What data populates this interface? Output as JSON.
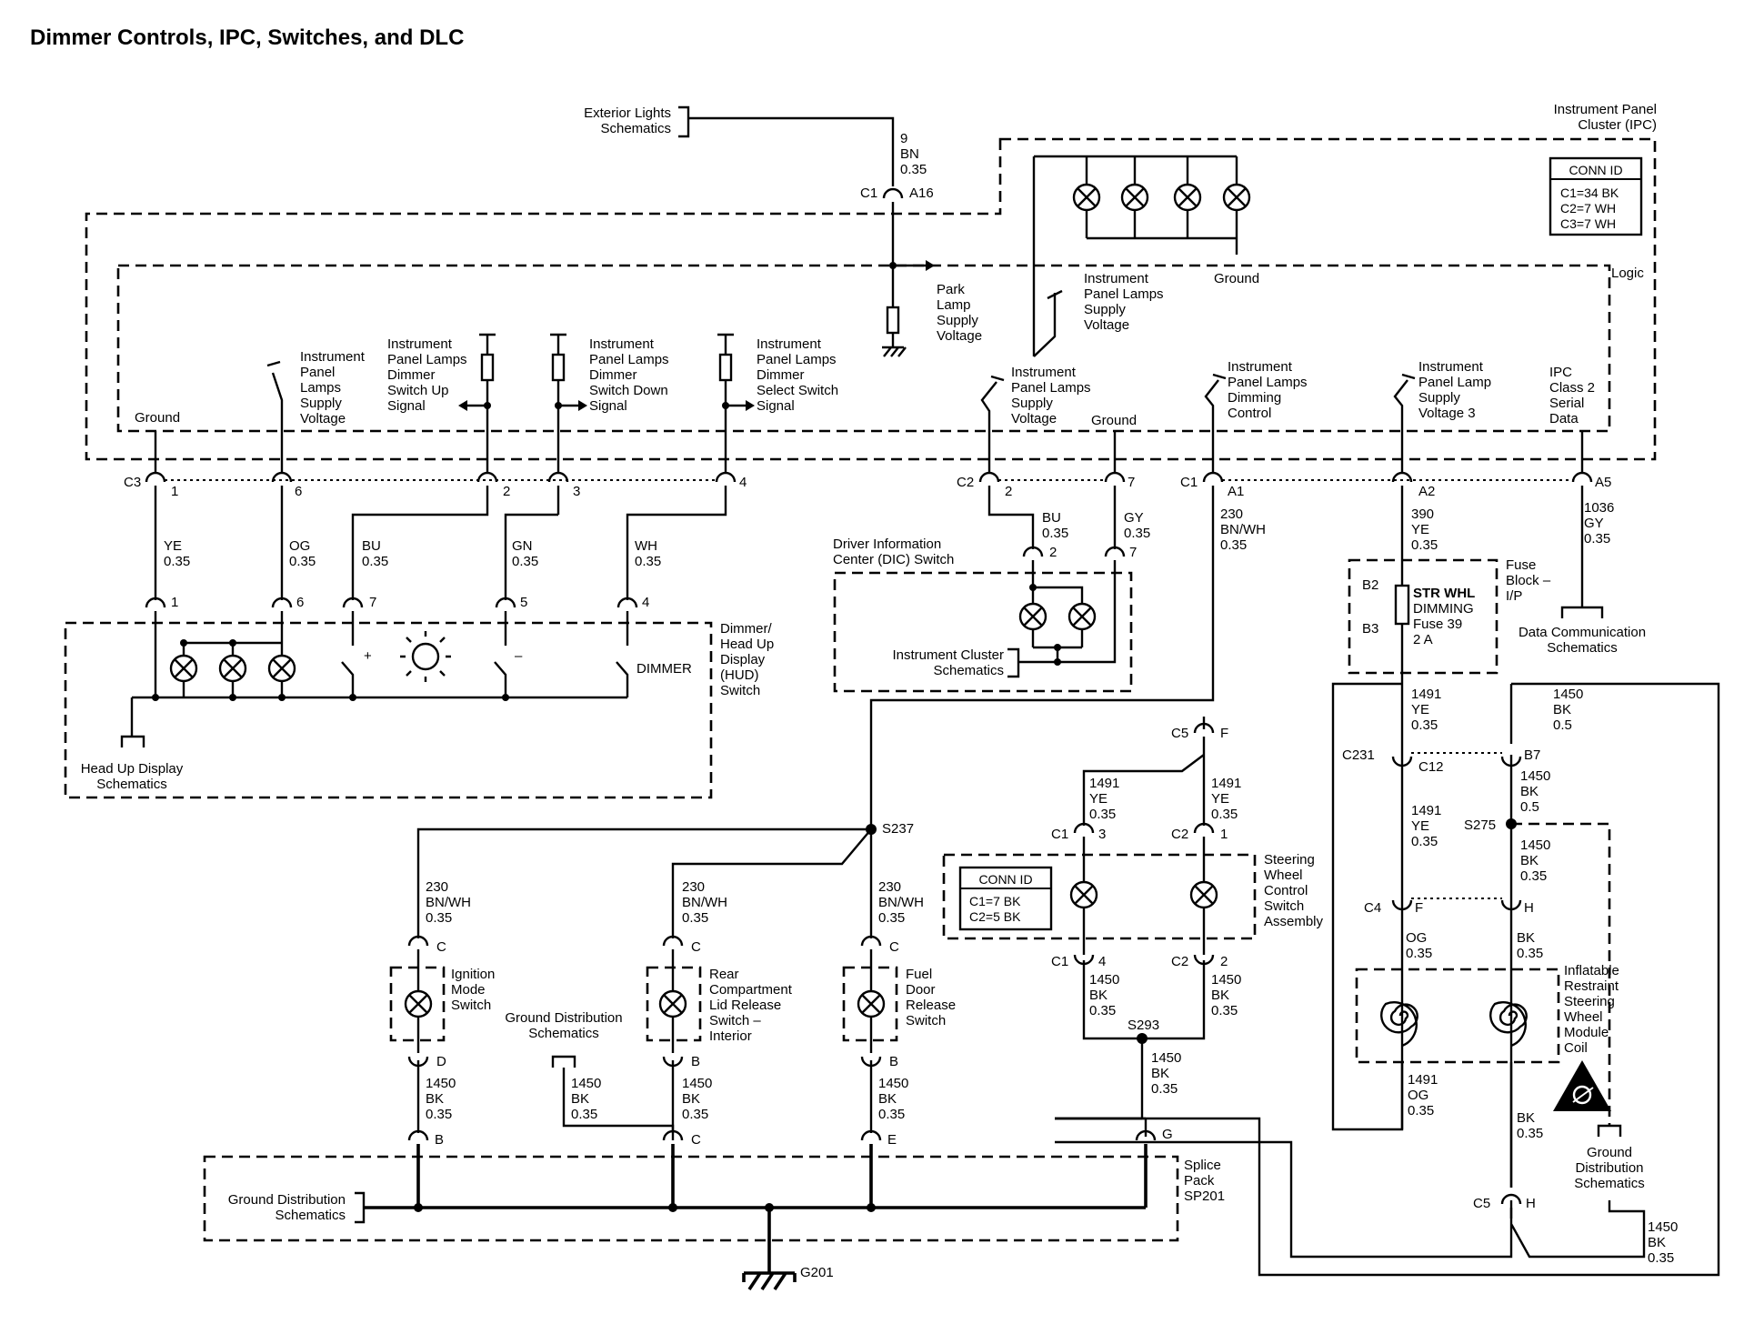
{
  "title": "Dimmer Controls, IPC, Switches, and DLC",
  "labels": {
    "ext_lights": [
      "Exterior Lights",
      "Schematics"
    ],
    "ipc_title": [
      "Instrument Panel",
      "Cluster (IPC)"
    ],
    "conn_ipc_head": "CONN ID",
    "conn_ipc_rows": [
      "C1=34 BK",
      "C2=7 WH",
      "C3=7 WH"
    ],
    "logic": "Logic",
    "ground_ipc": "Ground",
    "ipl_supply_top": [
      "Instrument",
      "Panel Lamps",
      "Supply",
      "Voltage"
    ],
    "park_lamp": [
      "Park",
      "Lamp",
      "Supply",
      "Voltage"
    ],
    "sig_ground": "Ground",
    "sig_ipl_supply": [
      "Instrument",
      "Panel",
      "Lamps",
      "Supply",
      "Voltage"
    ],
    "sig_up": [
      "Instrument",
      "Panel Lamps",
      "Dimmer",
      "Switch Up",
      "Signal"
    ],
    "sig_down": [
      "Instrument",
      "Panel Lamps",
      "Dimmer",
      "Switch Down",
      "Signal"
    ],
    "sig_select": [
      "Instrument",
      "Panel Lamps",
      "Dimmer",
      "Select Switch",
      "Signal"
    ],
    "sig_ipl_supply2": [
      "Instrument",
      "Panel Lamps",
      "Supply",
      "Voltage"
    ],
    "sig_ground2": "Ground",
    "sig_dimming": [
      "Instrument",
      "Panel Lamps",
      "Dimming",
      "Control"
    ],
    "sig_supply3": [
      "Instrument",
      "Panel Lamp",
      "Supply",
      "Voltage 3"
    ],
    "sig_serial": [
      "IPC",
      "Class 2",
      "Serial",
      "Data"
    ],
    "c3": "C3",
    "c3_pin1": "1",
    "c3_pin6": "6",
    "c3_pin2": "2",
    "c3_pin3": "3",
    "c3_pin4": "4",
    "c2": "C2",
    "c2_pin2": "2",
    "c2_pin7": "7",
    "c1": "C1",
    "c1_a1": "A1",
    "c1_a2": "A2",
    "c1_a5": "A5",
    "c1_top": "C1",
    "a16": "A16",
    "w_9": [
      "9",
      "BN",
      "0.35"
    ],
    "w_ye": [
      "YE",
      "0.35"
    ],
    "w_og": [
      "OG",
      "0.35"
    ],
    "w_bu": [
      "BU",
      "0.35"
    ],
    "w_gn": [
      "GN",
      "0.35"
    ],
    "w_wh": [
      "WH",
      "0.35"
    ],
    "w_bu2": [
      "BU",
      "0.35"
    ],
    "w_gy2": [
      "GY",
      "0.35"
    ],
    "w_230": [
      "230",
      "BN/WH",
      "0.35"
    ],
    "w_390": [
      "390",
      "YE",
      "0.35"
    ],
    "w_1036": [
      "1036",
      "GY",
      "0.35"
    ],
    "dim_pins": [
      "1",
      "6",
      "7",
      "5",
      "4"
    ],
    "dimmer_plus": "+",
    "dimmer_minus": "–",
    "dimmer_text": "DIMMER",
    "dimmer_switch": [
      "Dimmer/",
      "Head Up",
      "Display",
      "(HUD)",
      "Switch"
    ],
    "hud_sch": [
      "Head Up Display",
      "Schematics"
    ],
    "dic": [
      "Driver Information",
      "Center (DIC) Switch"
    ],
    "dic_pin2": "2",
    "dic_pin7": "7",
    "ic_sch": [
      "Instrument Cluster",
      "Schematics"
    ],
    "fuse_block": [
      "Fuse",
      "Block –",
      "I/P"
    ],
    "fuse_b2": "B2",
    "fuse_b3": "B3",
    "fuse_text": [
      "STR WHL",
      "DIMMING",
      "Fuse 39",
      "2 A"
    ],
    "dlc_sch": [
      "Data Communication",
      "Schematics"
    ],
    "w_1491a": [
      "1491",
      "YE",
      "0.35"
    ],
    "w_1450a": [
      "1450",
      "BK",
      "0.5"
    ],
    "c231": "C231",
    "c12": "C12",
    "b7": "B7",
    "w_1491b": [
      "1491",
      "YE",
      "0.35"
    ],
    "w_1450b": [
      "1450",
      "BK",
      "0.5"
    ],
    "s275": "S275",
    "w_1450c": [
      "1450",
      "BK",
      "0.35"
    ],
    "c4": "C4",
    "c4_f": "F",
    "c4_h": "H",
    "w_og_b": [
      "OG",
      "0.35"
    ],
    "w_bk_b": [
      "BK",
      "0.35"
    ],
    "irsw": [
      "Inflatable",
      "Restraint",
      "Steering",
      "Wheel",
      "Module",
      "Coil"
    ],
    "w_1491og": [
      "1491",
      "OG",
      "0.35"
    ],
    "w_bk_c": [
      "BK",
      "0.35"
    ],
    "gnd_sch_r": [
      "Ground",
      "Distribution",
      "Schematics"
    ],
    "c5_h": "C5",
    "h": "H",
    "w_1450d": [
      "1450",
      "BK",
      "0.35"
    ],
    "c5_f": "C5",
    "f": "F",
    "w_1491c": [
      "1491",
      "YE",
      "0.35"
    ],
    "w_1491d": [
      "1491",
      "YE",
      "0.35"
    ],
    "swc_c1": "C1",
    "swc_3": "3",
    "swc_c2": "C2",
    "swc_1": "1",
    "conn2_head": "CONN ID",
    "conn2_rows": [
      "C1=7 BK",
      "C2=5 BK"
    ],
    "swc": [
      "Steering",
      "Wheel",
      "Control",
      "Switch",
      "Assembly"
    ],
    "swc_c1b": "C1",
    "swc_4": "4",
    "swc_c2b": "C2",
    "swc_2": "2",
    "w_1450e": [
      "1450",
      "BK",
      "0.35"
    ],
    "w_1450f": [
      "1450",
      "BK",
      "0.35"
    ],
    "s293": "S293",
    "w_1450g": [
      "1450",
      "BK",
      "0.35"
    ],
    "s237": "S237",
    "w_230a": [
      "230",
      "BN/WH",
      "0.35"
    ],
    "w_230b": [
      "230",
      "BN/WH",
      "0.35"
    ],
    "w_230c": [
      "230",
      "BN/WH",
      "0.35"
    ],
    "pin_c": "C",
    "pin_d": "D",
    "pin_b": "B",
    "ign": [
      "Ignition",
      "Mode",
      "Switch"
    ],
    "rear": [
      "Rear",
      "Compartment",
      "Lid Release",
      "Switch –",
      "Interior"
    ],
    "fuel": [
      "Fuel",
      "Door",
      "Release",
      "Switch"
    ],
    "gnd_sch_mid": [
      "Ground Distribution",
      "Schematics"
    ],
    "w_1450h": [
      "1450",
      "BK",
      "0.35"
    ],
    "w_1450i": [
      "1450",
      "BK",
      "0.35"
    ],
    "w_1450j": [
      "1450",
      "BK",
      "0.35"
    ],
    "w_1450k": [
      "1450",
      "BK",
      "0.35"
    ],
    "sp_b": "B",
    "sp_c": "C",
    "sp_e": "E",
    "sp_g": "G",
    "splice": [
      "Splice",
      "Pack",
      "SP201"
    ],
    "gnd_sch_left": [
      "Ground Distribution",
      "Schematics"
    ],
    "g201": "G201"
  }
}
